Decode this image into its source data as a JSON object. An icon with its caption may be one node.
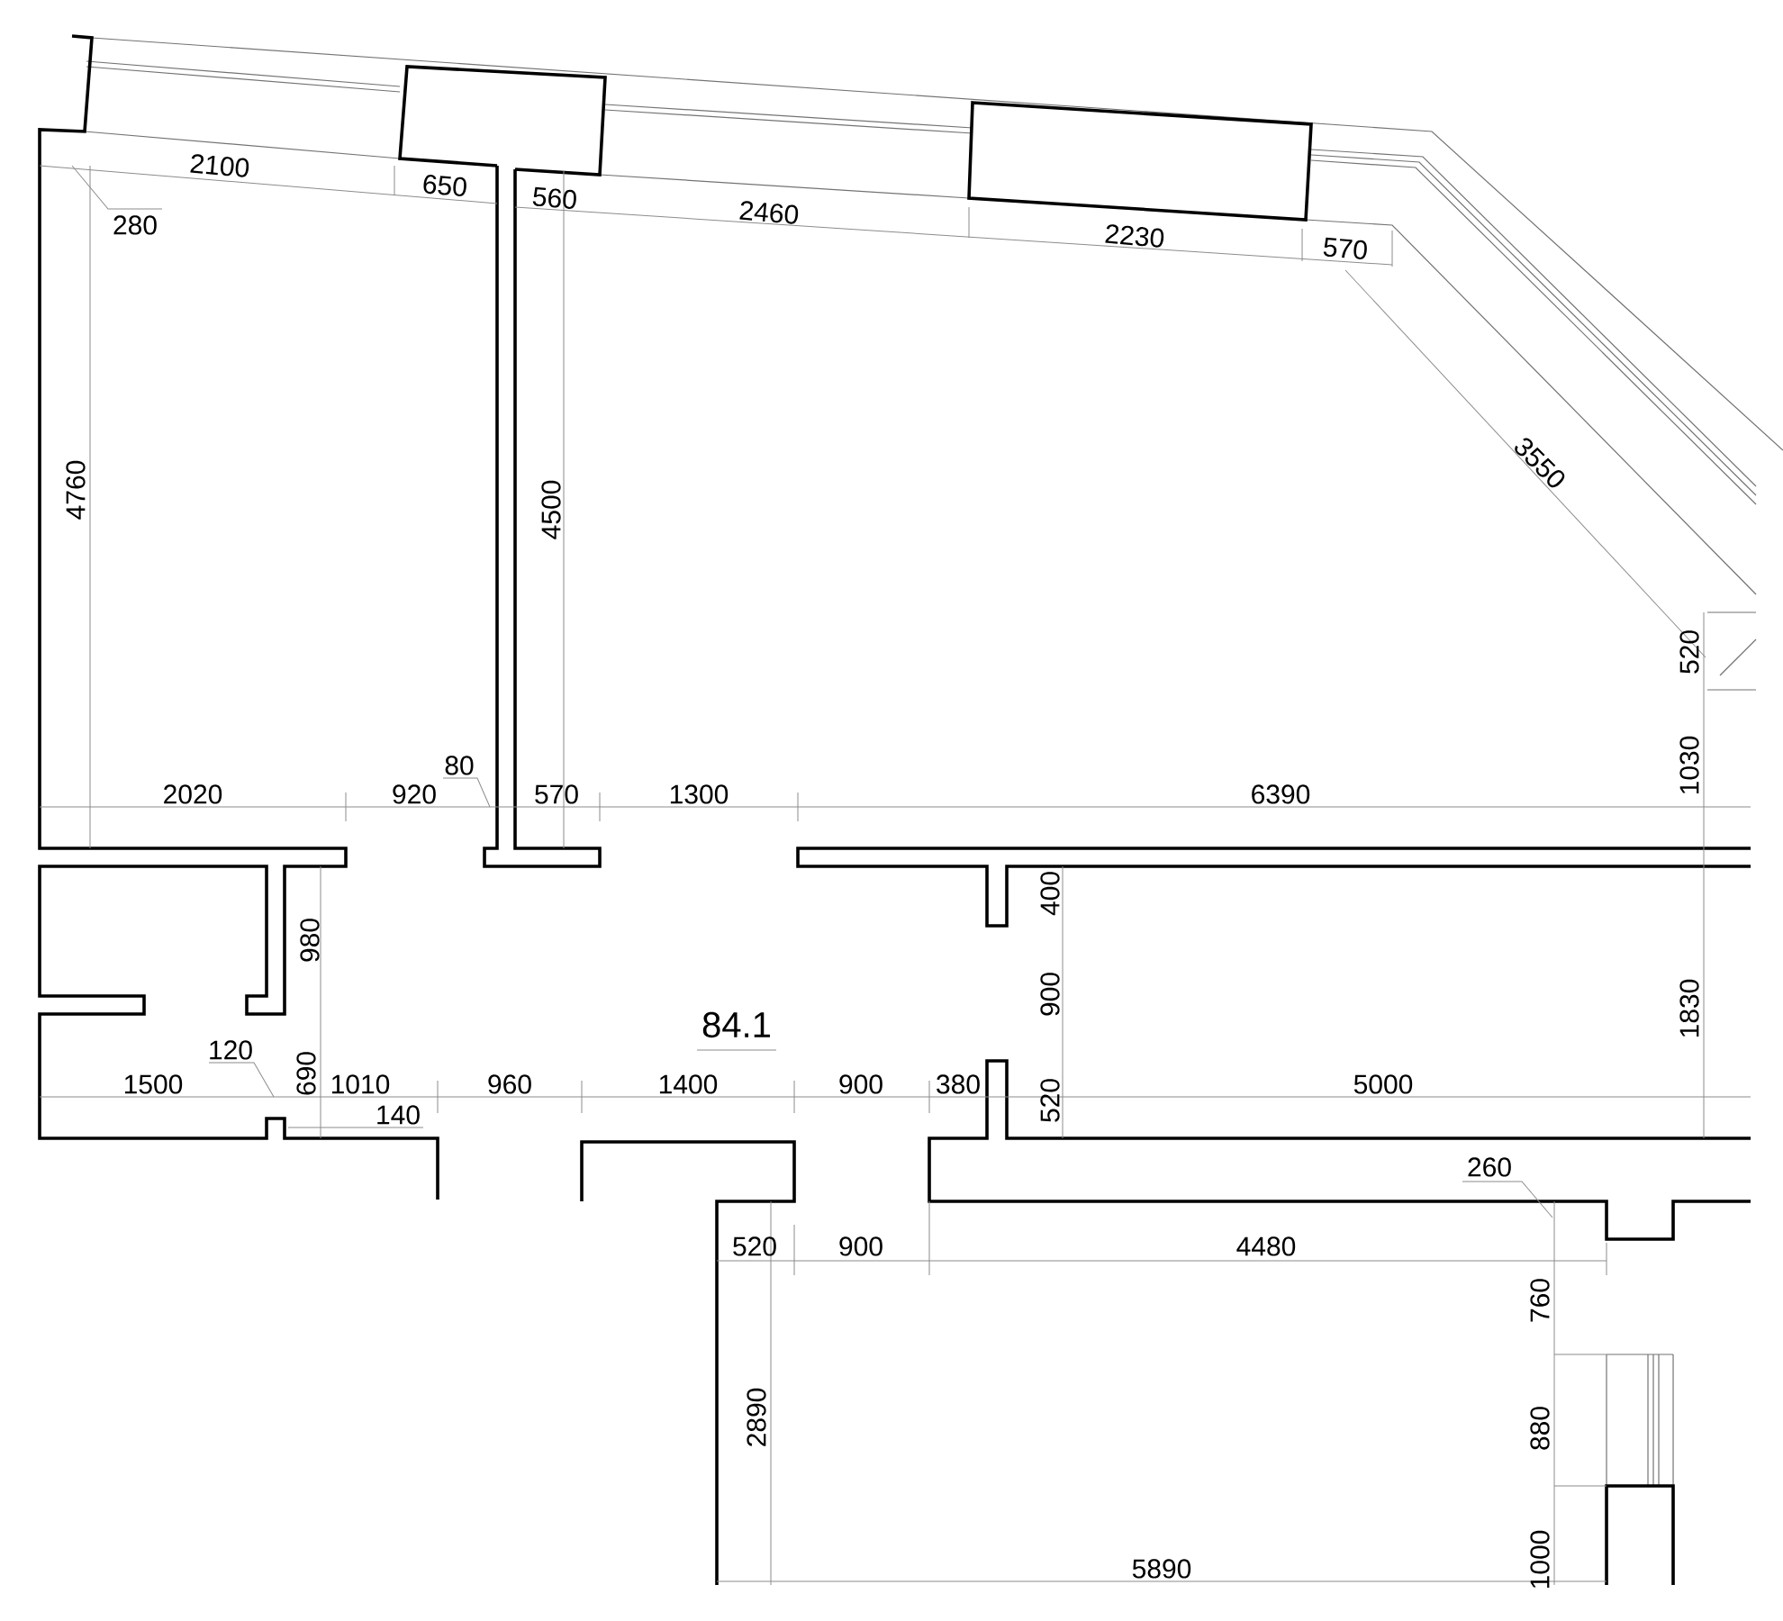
{
  "diagram": {
    "labels": [
      "2100",
      "650",
      "280",
      "560",
      "2460",
      "2230",
      "570",
      "3550",
      "4760",
      "4500",
      "520",
      "1030",
      "80",
      "2020",
      "920",
      "570",
      "1300",
      "6390",
      "400",
      "980",
      "900",
      "1830",
      "84.1",
      "120",
      "690",
      "1500",
      "1010",
      "960",
      "1400",
      "900",
      "380",
      "5000",
      "520",
      "140",
      "260",
      "520",
      "900",
      "4480",
      "760",
      "2890",
      "880",
      "5890",
      "1000"
    ]
  }
}
